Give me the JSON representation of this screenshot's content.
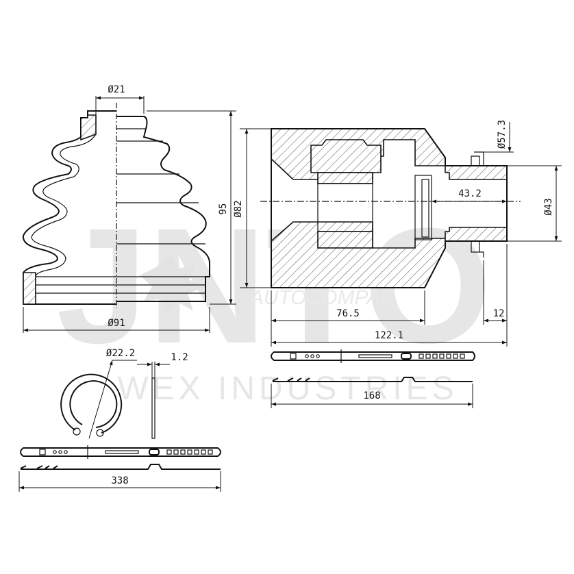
{
  "watermark": {
    "letters": "JNTO",
    "brand": "AUTOCOMPAS",
    "company": "WEX INDUSTRIES"
  },
  "dimensions": {
    "boot_top_dia": "Ø21",
    "boot_height": "95",
    "boot_bottom_dia": "Ø91",
    "housing_dia": "Ø82",
    "housing_depth": "76.5",
    "housing_length": "122.1",
    "stub_dia": "Ø57.3",
    "bore_dia": "Ø43",
    "bore_depth": "43.2",
    "stub_length": "12",
    "circlip_dia": "Ø22.2",
    "circlip_thickness": "1.2",
    "small_clamp_length": "168",
    "large_clamp_length": "338"
  },
  "colors": {
    "line": "#111111",
    "watermark": "#e6e6e6"
  }
}
